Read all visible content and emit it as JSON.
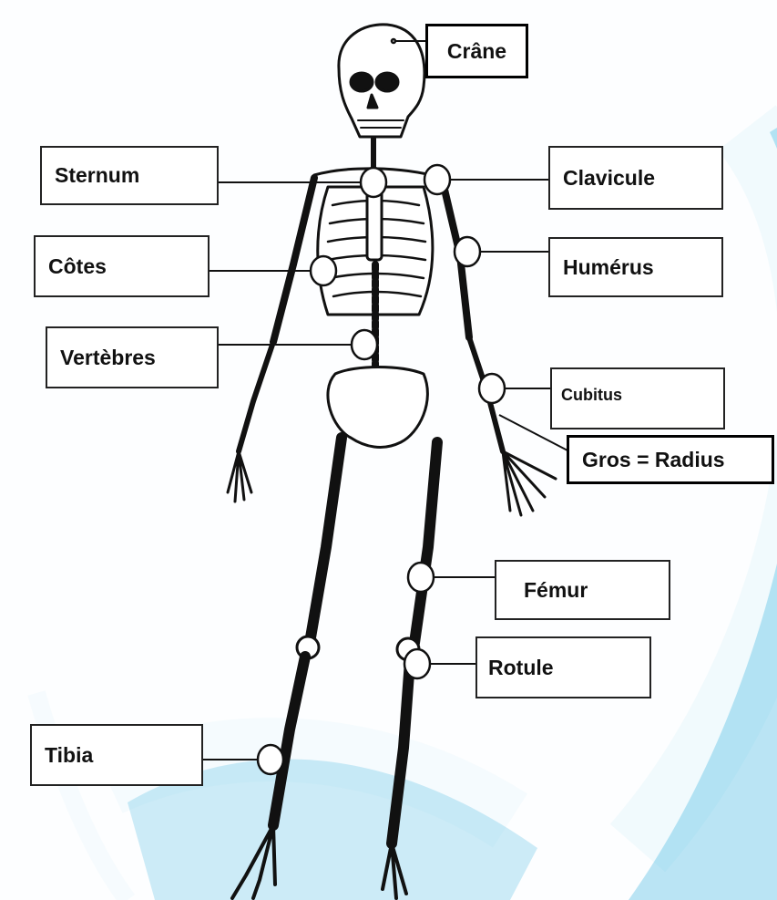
{
  "figure": {
    "colors": {
      "background": "#dde9f4",
      "swirl": "#38b6e0",
      "paper": "#ffffff",
      "ink": "#111111"
    }
  },
  "labels": [
    {
      "id": "crane",
      "text": "Crâne"
    },
    {
      "id": "sternum",
      "text": "Sternum"
    },
    {
      "id": "clavicule",
      "text": "Clavicule"
    },
    {
      "id": "cotes",
      "text": "Côtes"
    },
    {
      "id": "humerus",
      "text": "Humérus"
    },
    {
      "id": "vertebres",
      "text": "Vertèbres"
    },
    {
      "id": "cubitus",
      "text": "Cubitus"
    },
    {
      "id": "radius",
      "text": "Gros = Radius"
    },
    {
      "id": "femur",
      "text": "Fémur"
    },
    {
      "id": "rotule",
      "text": "Rotule"
    },
    {
      "id": "tibia",
      "text": "Tibia"
    }
  ]
}
